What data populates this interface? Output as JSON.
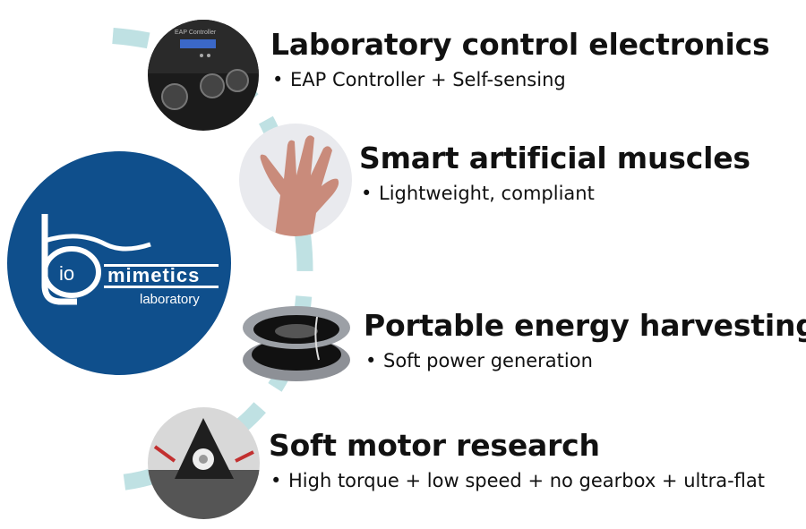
{
  "logo": {
    "text_b": "b",
    "text_io": "io",
    "text_mimetics": "mimetics",
    "text_laboratory": "laboratory"
  },
  "photo_labels": {
    "controller_screen": "EAP Controller"
  },
  "items": [
    {
      "title": "Laboratory control electronics",
      "bullet": "EAP Controller + Self-sensing"
    },
    {
      "title": "Smart artificial muscles",
      "bullet": "Lightweight, compliant"
    },
    {
      "title": "Portable energy harvesting",
      "bullet": "Soft power generation"
    },
    {
      "title": "Soft motor research",
      "bullet": "High torque + low speed + no gearbox + ultra-flat"
    }
  ],
  "bullet_symbol": "•",
  "colors": {
    "logo_blue": "#0f4f8c",
    "arc": "#bfe1e3",
    "text": "#111111"
  }
}
